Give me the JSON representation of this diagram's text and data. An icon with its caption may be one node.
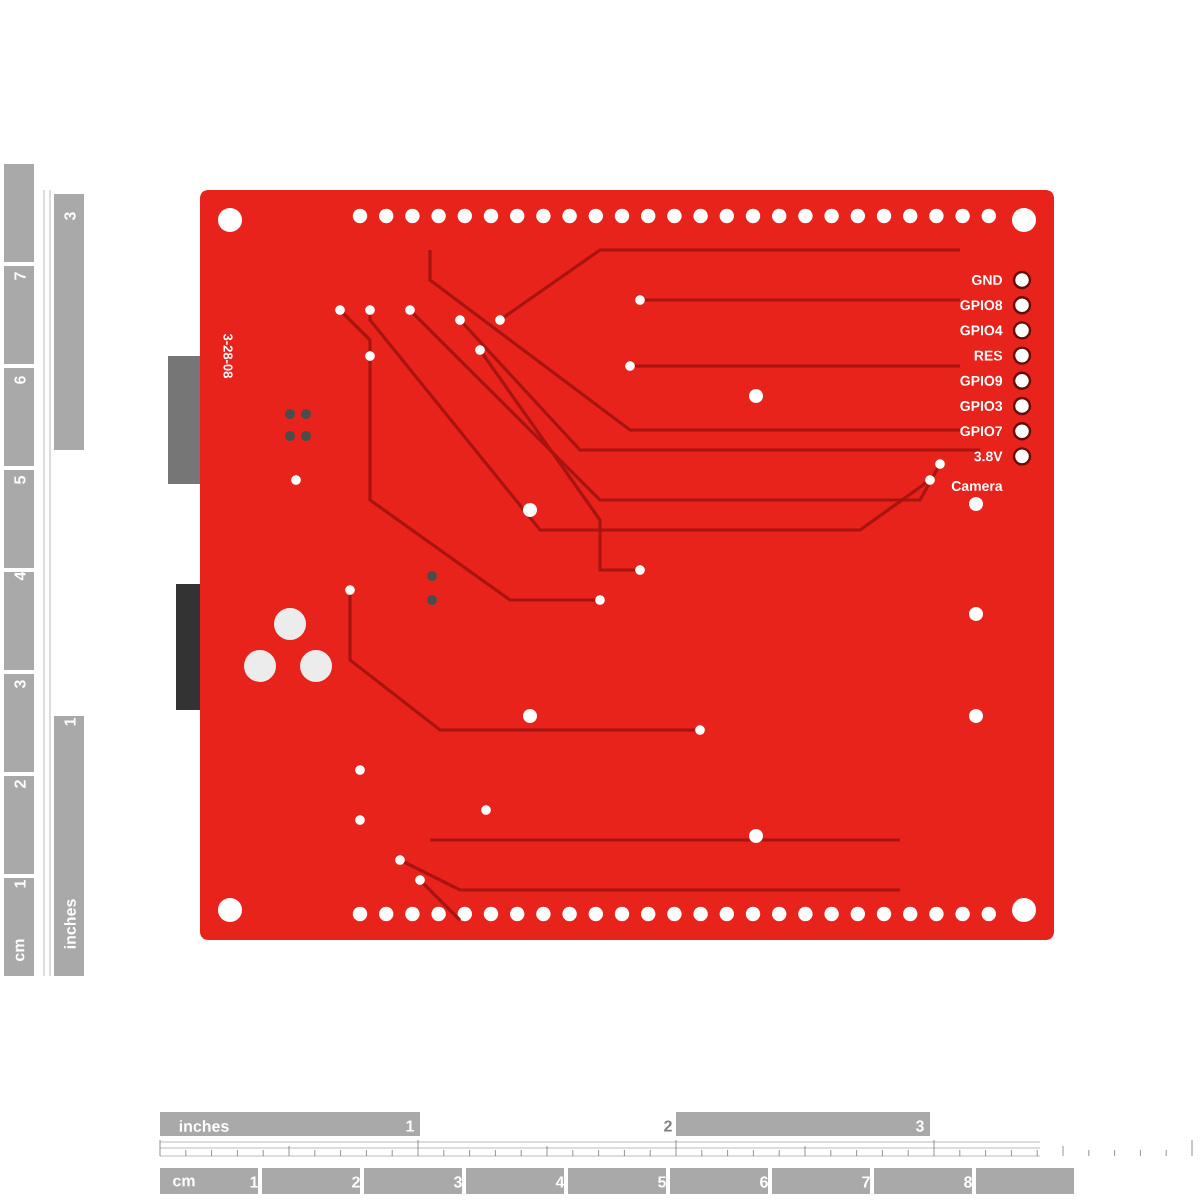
{
  "diagram": {
    "labels": [
      "GND",
      "GPIO8",
      "GPIO4",
      "RES",
      "GPIO9",
      "GPIO3",
      "GPIO7",
      "3.8V",
      "Camera",
      "3-28-08",
      "3",
      "7",
      "6",
      "5",
      "4",
      "3",
      "1",
      "2",
      "1",
      "inches",
      "cm",
      "inches",
      "1",
      "2",
      "3",
      "cm",
      "1",
      "2",
      "3",
      "4",
      "5",
      "6",
      "7",
      "8"
    ]
  }
}
